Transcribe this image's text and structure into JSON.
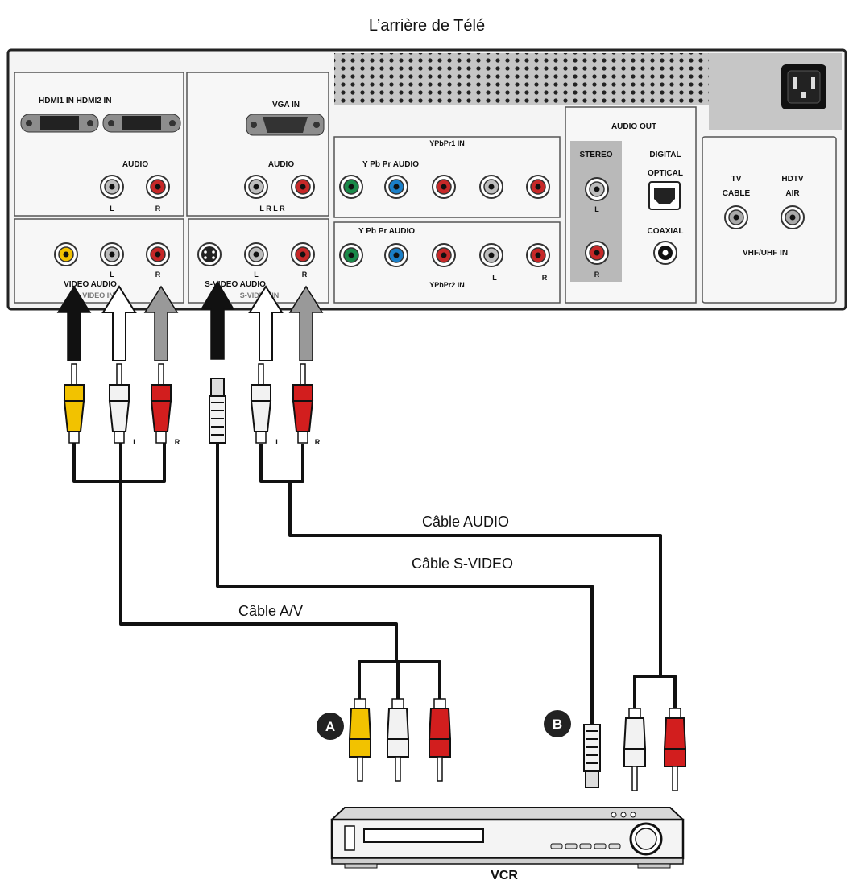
{
  "title": "L’arrière de Télé",
  "panel": {
    "hdmi_label": "HDMI1 IN HDMI2 IN",
    "vga_label": "VGA IN",
    "audio_label": "AUDIO",
    "letter_l": "L",
    "letter_r": "R",
    "vga_lr": "L R L R",
    "ypbpr1_label": "YPbPr1 IN",
    "ypbpr2_label": "YPbPr2 IN",
    "y_pb_pr_audio": "Y Pb Pr AUDIO",
    "audio_out_label": "AUDIO OUT",
    "stereo_label": "STEREO",
    "digital_label": "DIGITAL",
    "optical_label": "OPTICAL",
    "coaxial_label": "COAXIAL",
    "tv_label": "TV",
    "cable_label": "CABLE",
    "hdtv_label": "HDTV",
    "air_label": "AIR",
    "vhf_label": "VHF/UHF IN",
    "video_audio_label": "VIDEO AUDIO",
    "video_in_label": "VIDEO IN",
    "svideo_audio_label": "S-VIDEO AUDIO",
    "svideo_in_label": "S-VIDEO IN"
  },
  "plug_labels": {
    "l": "L",
    "r": "R"
  },
  "cables": {
    "audio": "Câble AUDIO",
    "svideo": "Câble S-VIDEO",
    "av": "Câble A/V"
  },
  "badges": {
    "a": "A",
    "b": "B"
  },
  "device": {
    "vcr": "VCR"
  },
  "colors": {
    "yellow": "#f2c200",
    "red": "#d21e1e",
    "white": "#f2f2f2",
    "green": "#1a8a4a",
    "blue": "#1a7fc8",
    "gray_panel": "#b9b9b9"
  }
}
